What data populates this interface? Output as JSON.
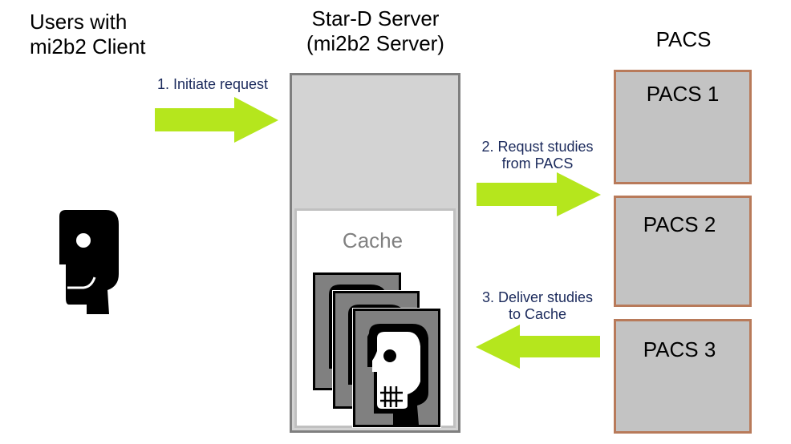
{
  "users": {
    "title_line1": "Users with",
    "title_line2": "mi2b2 Client",
    "icon": "user-head-icon"
  },
  "server": {
    "title_line1": "Star-D Server",
    "title_line2": "(mi2b2 Server)",
    "cache_label": "Cache",
    "cache_icon": "xray-images-stack-icon"
  },
  "pacs": {
    "title": "PACS",
    "nodes": [
      {
        "label": "PACS 1"
      },
      {
        "label": "PACS 2"
      },
      {
        "label": "PACS 3"
      }
    ],
    "border_color": "#b87a5a",
    "fill_color": "#c3c3c3"
  },
  "steps": [
    {
      "line1": "1. Initiate request",
      "line2": "",
      "direction": "right"
    },
    {
      "line1": "2. Requst studies",
      "line2": "from PACS",
      "direction": "right"
    },
    {
      "line1": "3. Deliver studies",
      "line2": "to Cache",
      "direction": "left"
    }
  ],
  "colors": {
    "arrow": "#b5e61d",
    "step_text": "#1b2a5c",
    "server_fill": "#d3d3d3",
    "server_border": "#7f7f7f"
  }
}
